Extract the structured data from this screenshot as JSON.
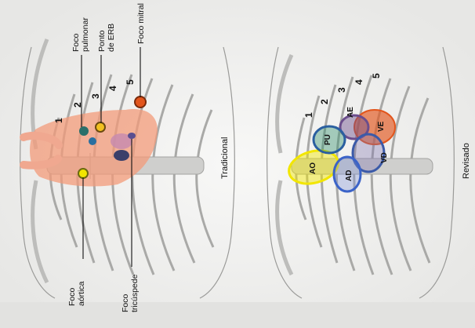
{
  "left_panel": {
    "caption": "Tradicional",
    "rib_numbers": [
      "1",
      "2",
      "3",
      "4",
      "5"
    ],
    "callouts": {
      "foco_pulmonar": "Foco pulmonar",
      "ponto_erb": "Ponto de ERB",
      "foco_mitral": "Foco mitral",
      "foco_aortico": "Foco aórtico",
      "foco_tricuspide": "Foco tricúspede"
    }
  },
  "right_panel": {
    "caption": "Revisado",
    "rib_numbers": [
      "1",
      "2",
      "3",
      "4",
      "5"
    ],
    "areas": {
      "ao": "AO",
      "pu": "PU",
      "ae": "AE",
      "ve": "VE",
      "ad": "AD",
      "vd": "VD"
    }
  },
  "colors": {
    "aortic": "#f2e600",
    "pulmonary": "#2a6fa0",
    "mitral": "#e2551c",
    "heart": "#f39b7a",
    "blue_area": "#3b63c8",
    "purple_area": "#6b4d8c"
  }
}
